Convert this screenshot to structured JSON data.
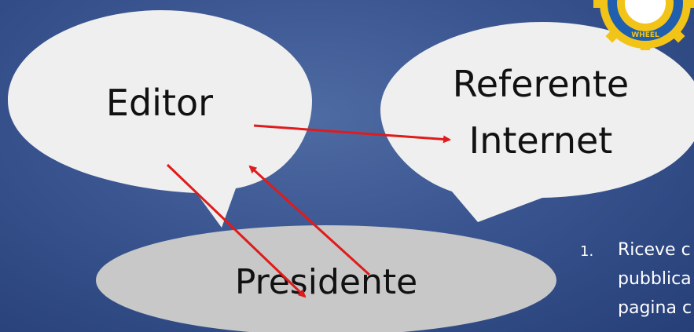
{
  "nodes": {
    "editor": {
      "label": "Editor"
    },
    "referente": {
      "line1": "Referente",
      "line2": "Internet"
    },
    "presidente": {
      "label": "Presidente"
    }
  },
  "side_list": {
    "number": "1.",
    "lines": [
      "Riceve c",
      "pubblica",
      "pagina c"
    ]
  },
  "emblem": {
    "text": "WHEEL",
    "colors": {
      "outer": "#f2c418",
      "inner": "#1f5fae"
    }
  },
  "colors": {
    "background": "#3a5590",
    "bubble": "#efefef",
    "ellipse": "#c8c8c8",
    "arrow": "#e01b1b"
  }
}
